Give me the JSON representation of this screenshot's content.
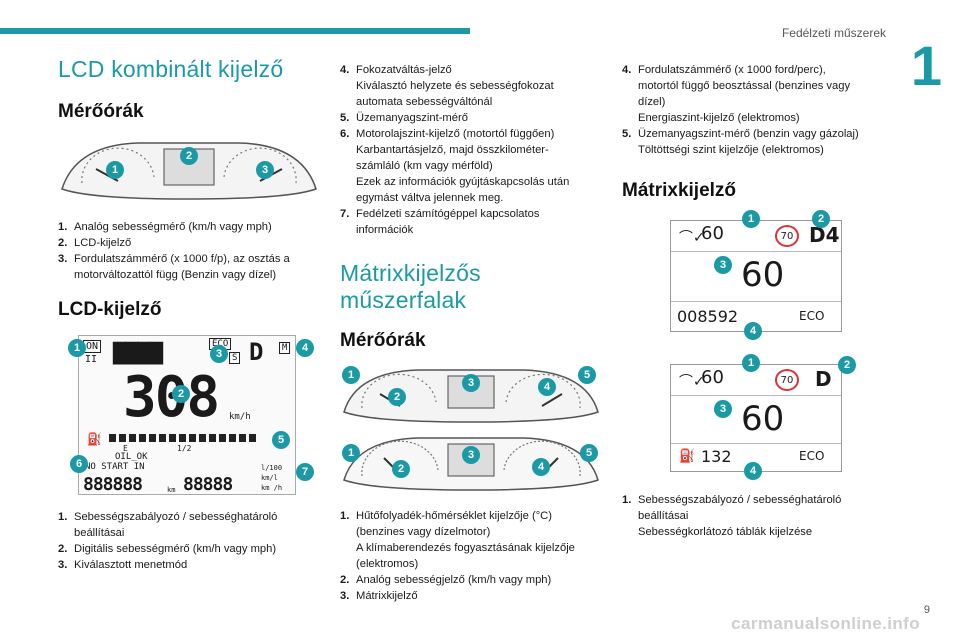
{
  "header": {
    "title": "Fedélzeti műszerek",
    "chapter": "1",
    "page_number": "9"
  },
  "col1": {
    "section_title": "LCD kombinált kijelző",
    "sub1": "Mérőórák",
    "sub1_items": [
      {
        "n": "1.",
        "t": "Analóg sebességmérő (km/h vagy mph)"
      },
      {
        "n": "2.",
        "t": "LCD-kijelző"
      },
      {
        "n": "3.",
        "t": "Fordulatszámmérő (x 1000 f/p), az osztás a\nmotorváltozattól függ (Benzin vagy dízel)"
      }
    ],
    "sub2": "LCD-kijelző",
    "lcd": {
      "on": "ON",
      "ii": "II",
      "eco": "ECO",
      "s": "S",
      "d": "D",
      "m": "M",
      "speed": "308",
      "kmh": "km/h",
      "half": "1/2",
      "e": "E",
      "oil": "OIL_OK",
      "nostart": "NO START IN",
      "odo1": "888888",
      "km": "km",
      "odo2": "88888",
      "unit1": "l/100",
      "unit2": "km/l",
      "unit3": "km /h"
    },
    "sub2_items": [
      {
        "n": "1.",
        "t": "Sebességszabályozó / sebességhatároló\nbeállításai"
      },
      {
        "n": "2.",
        "t": "Digitális sebességmérő (km/h vagy mph)"
      },
      {
        "n": "3.",
        "t": "Kiválasztott menetmód"
      }
    ]
  },
  "col2": {
    "items_top": [
      {
        "n": "4.",
        "t": "Fokozatváltás-jelző\nKiválasztó helyzete és sebességfokozat\nautomata sebességváltónál"
      },
      {
        "n": "5.",
        "t": "Üzemanyagszint-mérő"
      },
      {
        "n": "6.",
        "t": "Motorolajszint-kijelző (motortól függően)\nKarbantartásjelző, majd összkilométer-\nszámláló (km vagy mérföld)\nEzek az információk gyújtáskapcsolás után\negymást váltva jelennek meg."
      },
      {
        "n": "7.",
        "t": "Fedélzeti számítógéppel kapcsolatos\ninformációk"
      }
    ],
    "section_title": "Mátrixkijelzős műszerfalak",
    "sub": "Mérőórák",
    "items": [
      {
        "n": "1.",
        "t": "Hűtőfolyadék-hőmérséklet kijelzője (°C)\n(benzines vagy dízelmotor)\nA klímaberendezés fogyasztásának kijelzője\n(elektromos)"
      },
      {
        "n": "2.",
        "t": "Analóg sebességjelző (km/h vagy mph)"
      },
      {
        "n": "3.",
        "t": "Mátrixkijelző"
      }
    ]
  },
  "col3": {
    "items_top": [
      {
        "n": "4.",
        "t": "Fordulatszámmérő (x 1000 ford/perc),\nmotortól függő beosztással (benzines vagy\ndízel)\nEnergiaszint-kijelző (elektromos)"
      },
      {
        "n": "5.",
        "t": "Üzemanyagszint-mérő (benzin vagy gázolaj)\nTöltöttségi szint kijelzője (elektromos)"
      }
    ],
    "sub": "Mátrixkijelző",
    "matrix1": {
      "cruise": "60",
      "limit": "70",
      "gear": "D4",
      "speed": "60",
      "odo": "008592",
      "mode": "ECO"
    },
    "matrix2": {
      "cruise": "60",
      "limit": "70",
      "gear": "D",
      "speed": "60",
      "range": "132",
      "mode": "ECO"
    },
    "items": [
      {
        "n": "1.",
        "t": "Sebességszabályozó / sebességhatároló\nbeállításai\nSebességkorlátozó táblák kijelzése"
      }
    ]
  },
  "badges": [
    "1",
    "2",
    "3",
    "4",
    "5",
    "6",
    "7"
  ],
  "watermark": "carmanualsonline.info",
  "colors": {
    "accent": "#1b9aa5"
  }
}
